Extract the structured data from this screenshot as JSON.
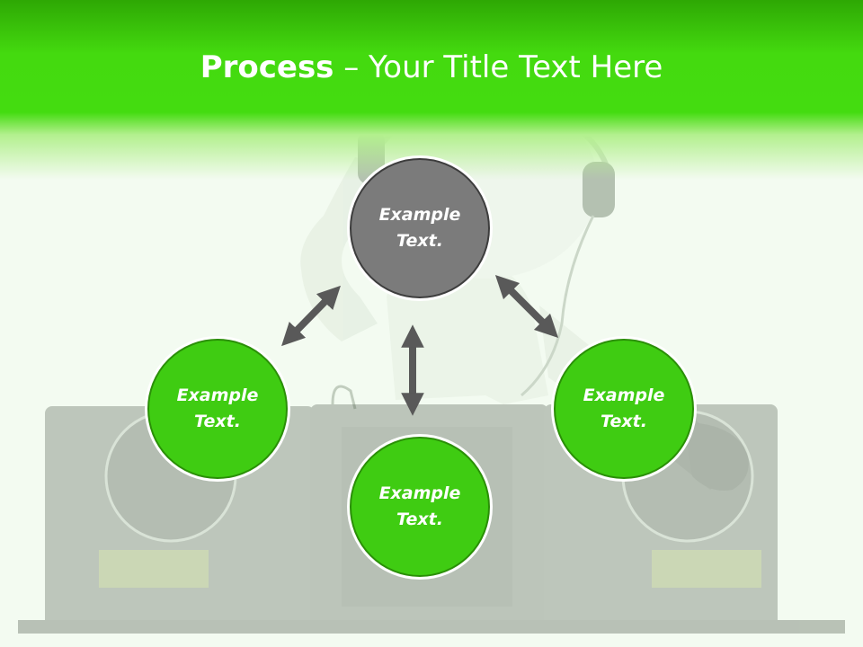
{
  "slide": {
    "title_bold": "Process",
    "title_rest": " – Your Title Text Here"
  },
  "nodes": {
    "top": "Example\nText.",
    "left": "Example\nText.",
    "bottom": "Example\nText.",
    "right": "Example\nText."
  },
  "colors": {
    "header_green": "#44dc10",
    "node_green": "#3fcc12",
    "node_gray": "#7b7b7b",
    "arrow_gray": "#595959"
  }
}
